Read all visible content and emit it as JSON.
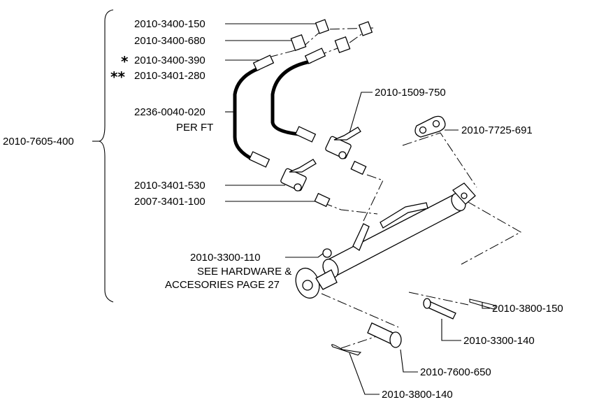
{
  "assembly": {
    "main_label": "2010-7605-400"
  },
  "labels": {
    "p1": "2010-3400-150",
    "p2": "2010-3400-680",
    "p3_star": "*",
    "p3": "2010-3400-390",
    "p4_star": "**",
    "p4": "2010-3401-280",
    "hose_line1": "2236-0040-020",
    "hose_line2": "PER FT",
    "valve_upper": "2010-1509-750",
    "link_plate": "2010-7725-691",
    "valve_lower": "2010-3401-530",
    "nipple": "2007-3401-100",
    "cyl_line1": "2010-3300-110",
    "cyl_line2": "SEE HARDWARE &",
    "cyl_line3": "ACCESORIES PAGE 27",
    "cotter_right": "2010-3800-150",
    "pin_right": "2010-3300-140",
    "pin_lower": "2010-7600-650",
    "cotter_lower": "2010-3800-140"
  }
}
